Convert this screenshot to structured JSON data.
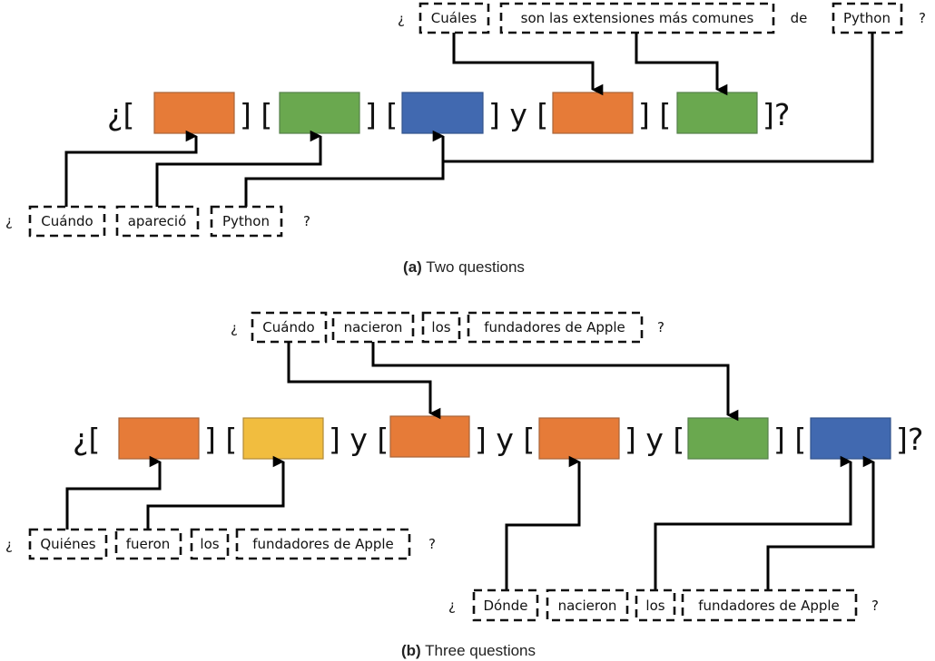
{
  "colors": {
    "orange": "#E67B38",
    "green": "#6AA84F",
    "blue": "#4169B0",
    "yellow": "#F1BD3F",
    "orange_border": "#A8643A",
    "green_border": "#55804A",
    "blue_border": "#33548C",
    "yellow_border": "#B08A3A"
  },
  "panel_a": {
    "caption_label": "(a)",
    "caption_text": "Two questions",
    "question_top": {
      "open": "¿",
      "tokens": [
        "Cuáles",
        "son las extensiones más comunes",
        "de",
        "Python"
      ],
      "boxed": [
        true,
        true,
        false,
        true
      ],
      "close": "?"
    },
    "question_bottom": {
      "open": "¿",
      "tokens": [
        "Cuándo",
        "apareció",
        "Python"
      ],
      "boxed": [
        true,
        true,
        true
      ],
      "close": "?"
    },
    "template": {
      "open": "¿[",
      "seps": [
        "] [",
        "] [",
        "] y [",
        "] ["
      ],
      "close": "]?",
      "slots": [
        "orange",
        "green",
        "blue",
        "orange",
        "green"
      ]
    }
  },
  "panel_b": {
    "caption_label": "(b)",
    "caption_text": "Three questions",
    "question_top": {
      "open": "¿",
      "tokens": [
        "Cuándo",
        "nacieron",
        "los",
        "fundadores de Apple"
      ],
      "close": "?"
    },
    "question_bottom_left": {
      "open": "¿",
      "tokens": [
        "Quiénes",
        "fueron",
        "los",
        "fundadores de Apple"
      ],
      "close": "?"
    },
    "question_bottom_right": {
      "open": "¿",
      "tokens": [
        "Dónde",
        "nacieron",
        "los",
        "fundadores de Apple"
      ],
      "close": "?"
    },
    "template": {
      "open": "¿[",
      "seps": [
        "] [",
        "] y [",
        "] y [",
        "] y [",
        "] ["
      ],
      "close": "]?",
      "slots": [
        "orange",
        "yellow",
        "orange",
        "orange",
        "green",
        "blue"
      ]
    }
  }
}
